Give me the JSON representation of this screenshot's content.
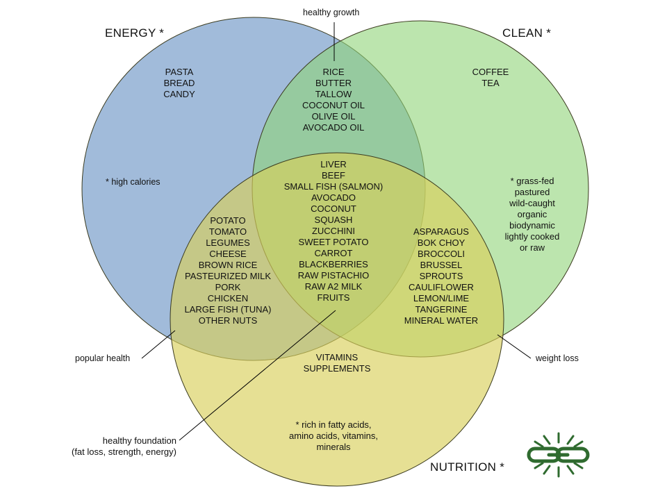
{
  "sets": {
    "energy": {
      "title": "ENERGY *",
      "color": "#6f97c6"
    },
    "clean": {
      "title": "CLEAN *",
      "color": "#8fd378"
    },
    "nutrition": {
      "title": "NUTRITION *",
      "color": "#d8cf5a"
    }
  },
  "regions": {
    "energy_only": "PASTA\nBREAD\nCANDY",
    "energy_note": "* high calories",
    "clean_only": "COFFEE\nTEA",
    "clean_note": "* grass-fed\npastured\nwild-caught\norganic\nbiodynamic\nlightly cooked\nor raw",
    "energy_clean": "RICE\nBUTTER\nTALLOW\nCOCONUT OIL\nOLIVE OIL\nAVOCADO OIL",
    "all_three": "LIVER\nBEEF\nSMALL FISH (SALMON)\nAVOCADO\nCOCONUT\nSQUASH\nZUCCHINI\nSWEET POTATO\nCARROT\nBLACKBERRIES\nRAW PISTACHIO\nRAW A2 MILK\nFRUITS",
    "energy_nutrition": "POTATO\nTOMATO\nLEGUMES\nCHEESE\nBROWN RICE\nPASTEURIZED MILK\nPORK\nCHICKEN\nLARGE FISH (TUNA)\nOTHER NUTS",
    "clean_nutrition": "ASPARAGUS\nBOK CHOY\nBROCCOLI\nBRUSSEL\nSPROUTS\nCAULIFLOWER\nLEMON/LIME\nTANGERINE\nMINERAL WATER",
    "nutrition_only": "VITAMINS\nSUPPLEMENTS",
    "nutrition_note": "* rich in fatty acids,\namino acids, vitamins,\nminerals"
  },
  "callouts": {
    "top": "healthy growth",
    "left": "popular health",
    "right": "weight loss",
    "bottom": "healthy foundation\n(fat loss, strength, energy)"
  },
  "icons": {
    "logo": "chain-link-logo-icon",
    "logo_color": "#2f6b2f"
  }
}
